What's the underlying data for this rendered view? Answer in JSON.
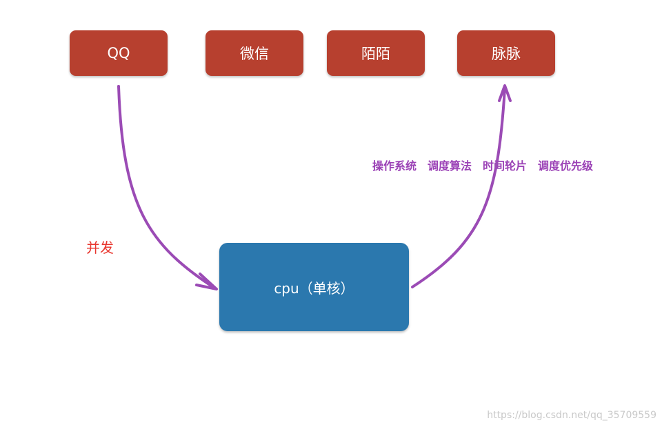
{
  "apps": {
    "qq": "QQ",
    "weixin": "微信",
    "momo": "陌陌",
    "maimai": "脉脉"
  },
  "cpu": {
    "label": "cpu（单核）"
  },
  "labels": {
    "concurrency": "并发",
    "scheduling": "操作系统　调度算法　时间轮片　调度优先级"
  },
  "watermark": "https://blog.csdn.net/qq_35709559",
  "colors": {
    "app_box": "#b7402f",
    "cpu_box": "#2b78ae",
    "arrow": "#9b4bb5",
    "concurrency_text": "#e8372f",
    "scheduling_text": "#9b42b6"
  }
}
